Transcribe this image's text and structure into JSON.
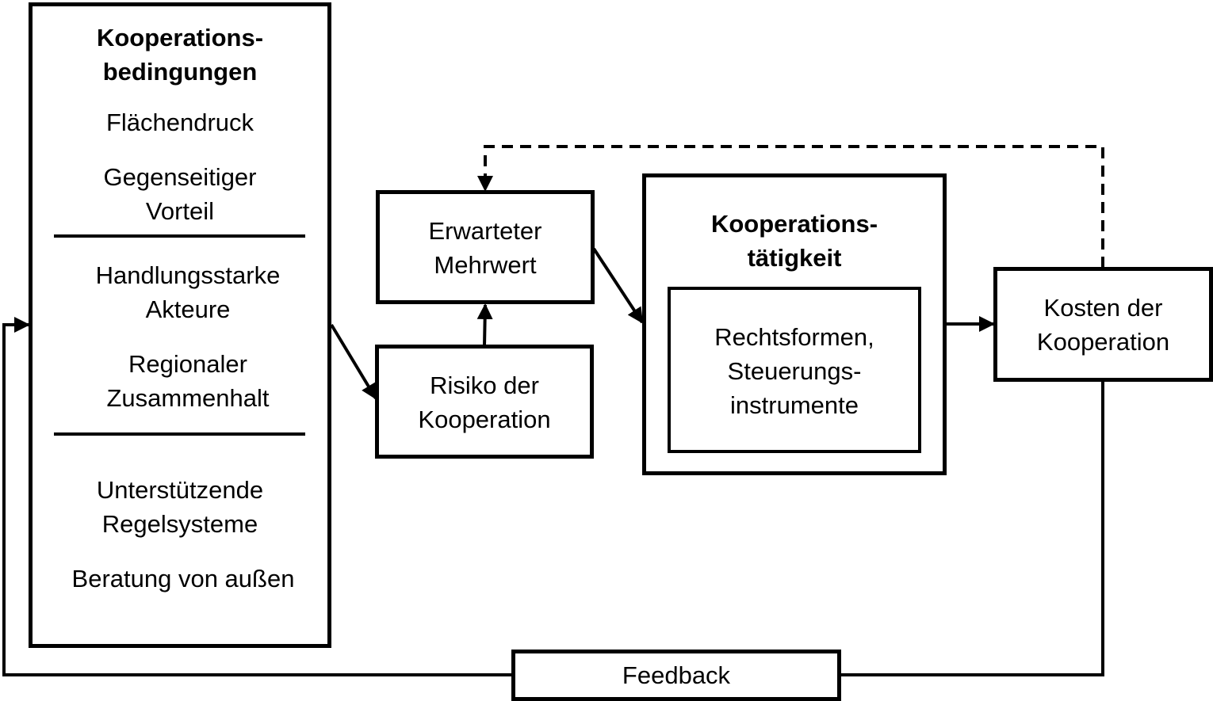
{
  "conditions": {
    "title": "Kooperations-\nbedingungen",
    "item_1": "Flächendruck",
    "item_2": "Gegenseitiger\nVorteil",
    "item_3": "Handlungsstarke\nAkteure",
    "item_4": "Regionaler\nZusammenhalt",
    "item_5": "Unterstützende\nRegelsysteme",
    "item_6": "Beratung von außen"
  },
  "expected_value": "Erwarteter\nMehrwert",
  "risk": "Risiko der\nKooperation",
  "activity": {
    "title": "Kooperations-\ntätigkeit",
    "inner": "Rechtsformen,\nSteuerungs-\ninstrumente"
  },
  "costs": "Kosten der\nKooperation",
  "feedback": "Feedback"
}
